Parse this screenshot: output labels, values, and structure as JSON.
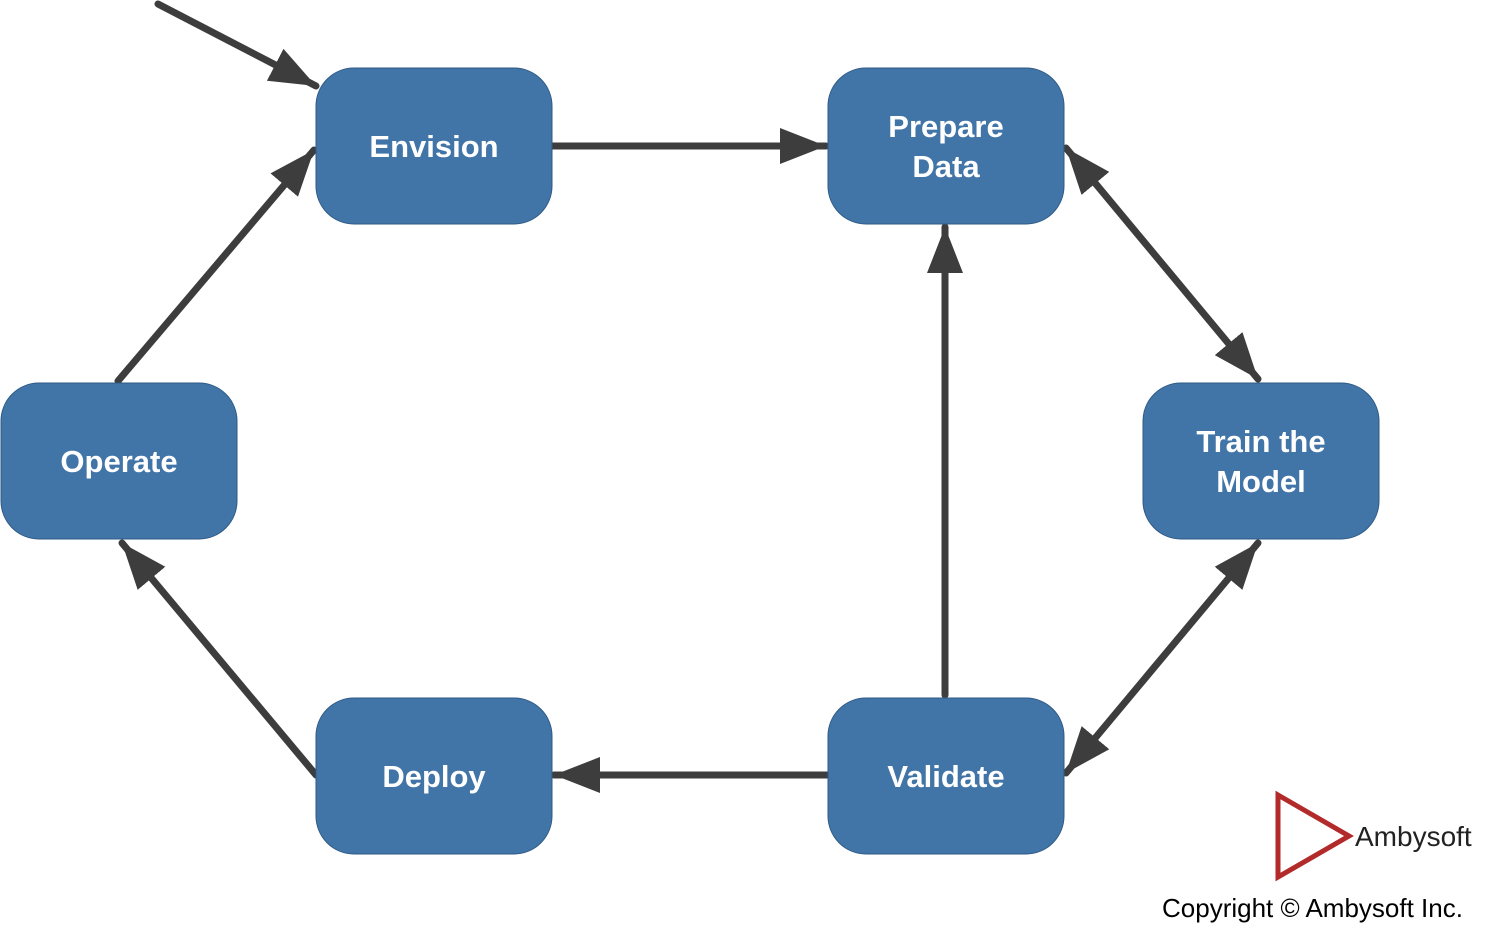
{
  "diagram": {
    "nodes": [
      {
        "id": "envision",
        "lines": [
          "Envision"
        ]
      },
      {
        "id": "prepare-data",
        "lines": [
          "Prepare",
          "Data"
        ]
      },
      {
        "id": "train-model",
        "lines": [
          "Train the",
          "Model"
        ]
      },
      {
        "id": "validate",
        "lines": [
          "Validate"
        ]
      },
      {
        "id": "deploy",
        "lines": [
          "Deploy"
        ]
      },
      {
        "id": "operate",
        "lines": [
          "Operate"
        ]
      }
    ],
    "edges": [
      {
        "from": "start",
        "to": "envision",
        "direction": "forward"
      },
      {
        "from": "envision",
        "to": "prepare-data",
        "direction": "forward"
      },
      {
        "from": "prepare-data",
        "to": "train-model",
        "direction": "both"
      },
      {
        "from": "train-model",
        "to": "validate",
        "direction": "both"
      },
      {
        "from": "validate",
        "to": "prepare-data",
        "direction": "forward"
      },
      {
        "from": "validate",
        "to": "deploy",
        "direction": "forward"
      },
      {
        "from": "deploy",
        "to": "operate",
        "direction": "forward"
      },
      {
        "from": "operate",
        "to": "envision",
        "direction": "forward"
      }
    ],
    "colors": {
      "node_fill": "#4174a7",
      "node_text": "#ffffff",
      "arrow": "#3d3d3d",
      "logo_mark": "#b22a2a"
    }
  },
  "logo": {
    "name": "Ambysoft",
    "icon": "play-triangle-icon"
  },
  "copyright": "Copyright © Ambysoft Inc."
}
